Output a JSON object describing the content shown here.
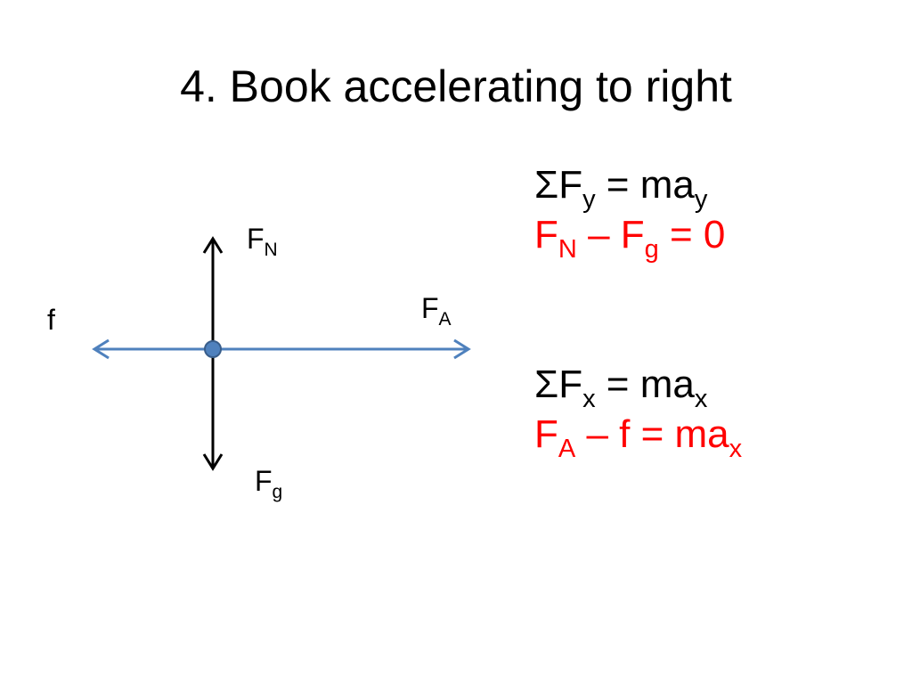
{
  "slide": {
    "title": "4. Book accelerating to right"
  },
  "diagram": {
    "labels": {
      "normal": {
        "main": "F",
        "sub": "N"
      },
      "applied": {
        "main": "F",
        "sub": "A"
      },
      "friction": {
        "main": "f"
      },
      "gravity": {
        "main": "F",
        "sub": "g"
      }
    },
    "colors": {
      "horizontal_axis": "#4f81bd",
      "vertical_axis": "#000000",
      "point_fill": "#4f81bd",
      "point_stroke": "#385d8a"
    }
  },
  "equations": {
    "color_black": "#000000",
    "color_red": "#ff0000",
    "y_sum": {
      "a": "ΣF",
      "a_sub": "y",
      "b": " = ma",
      "b_sub": "y"
    },
    "y_result": {
      "a": "F",
      "a_sub": "N",
      "b": " – F",
      "b_sub": "g",
      "c": " = 0"
    },
    "x_sum": {
      "a": "ΣF",
      "a_sub": "x",
      "b": " = ma",
      "b_sub": "x"
    },
    "x_result": {
      "a": "F",
      "a_sub": "A",
      "b": " – f = ma",
      "b_sub": "x"
    }
  }
}
